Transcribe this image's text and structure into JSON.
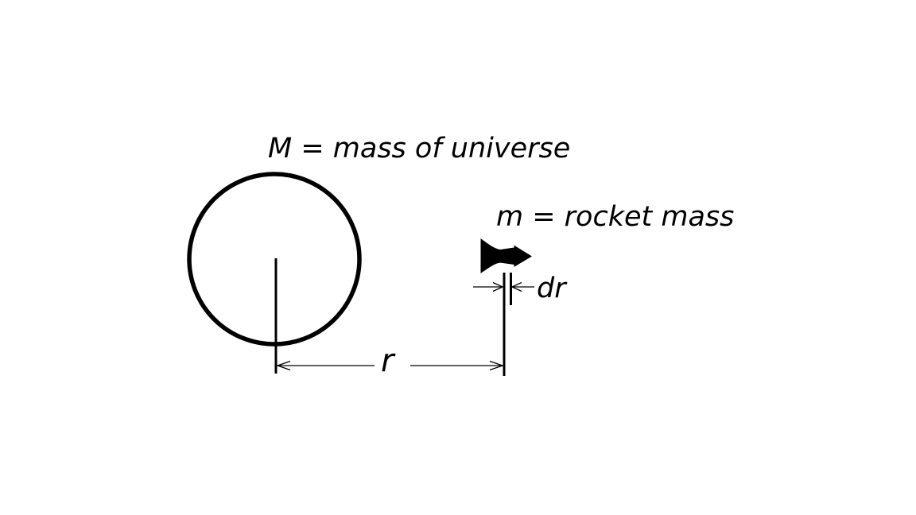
{
  "diagram": {
    "background_color": "#ffffff",
    "ink_color": "#000000",
    "labels": {
      "universe_mass": "M = mass of universe",
      "rocket_mass": "m = rocket mass",
      "radius": "r",
      "radius_differential": "dr"
    },
    "icons": {
      "universe": "universe-circle",
      "rocket": "rocket-icon"
    }
  }
}
